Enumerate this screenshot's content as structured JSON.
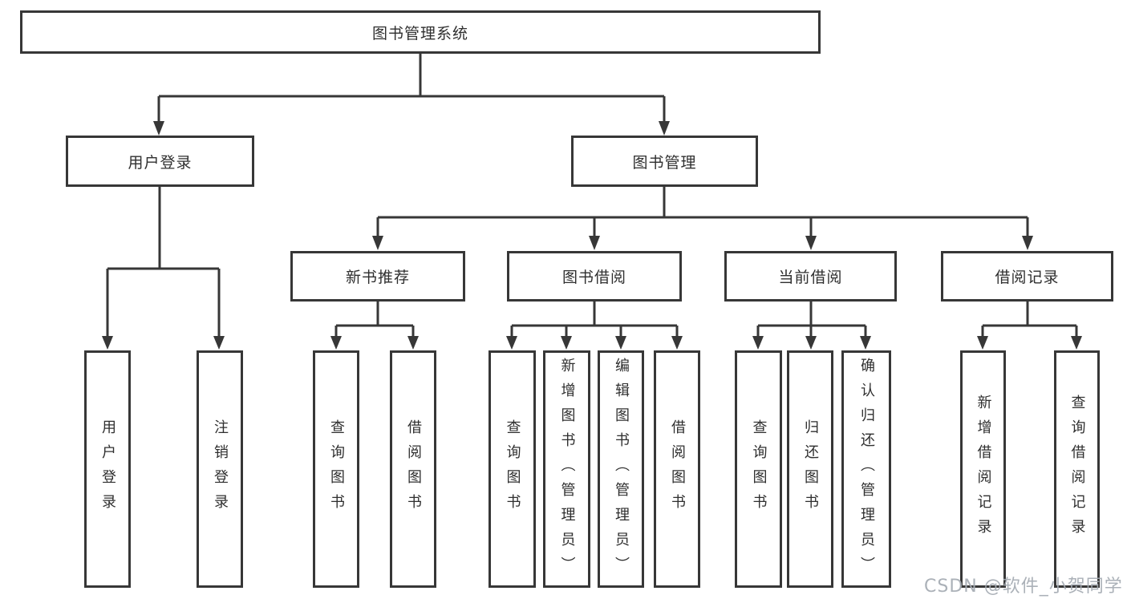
{
  "diagram_type": "functional-structure-tree",
  "colors": {
    "line": "#373737",
    "node_border": "#373737",
    "node_text": "#2f2f2f",
    "background": "#ffffff",
    "watermark": "#a4aab2"
  },
  "tree": {
    "label": "图书管理系统",
    "children": [
      {
        "label": "用户登录",
        "children": [
          {
            "label": "用户登录"
          },
          {
            "label": "注销登录"
          }
        ]
      },
      {
        "label": "图书管理",
        "children": [
          {
            "label": "新书推荐",
            "children": [
              {
                "label": "查询图书"
              },
              {
                "label": "借阅图书"
              }
            ]
          },
          {
            "label": "图书借阅",
            "children": [
              {
                "label": "查询图书"
              },
              {
                "label": "新增图书（管理员）"
              },
              {
                "label": "编辑图书（管理员）"
              },
              {
                "label": "借阅图书"
              }
            ]
          },
          {
            "label": "当前借阅",
            "children": [
              {
                "label": "查询图书"
              },
              {
                "label": "归还图书"
              },
              {
                "label": "确认归还（管理员）"
              }
            ]
          },
          {
            "label": "借阅记录",
            "children": [
              {
                "label": "新增借阅记录"
              },
              {
                "label": "查询借阅记录"
              }
            ]
          }
        ]
      }
    ]
  },
  "watermark": "CSDN @软件_小贺同学"
}
